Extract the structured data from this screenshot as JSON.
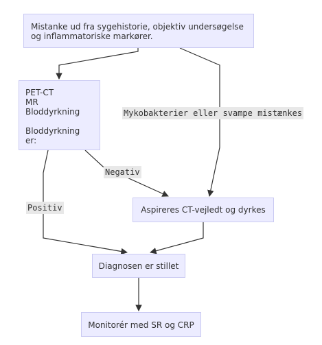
{
  "nodes": {
    "suspicion": "Mistanke ud fra sygehistorie, objektiv undersøgelse\nog inflammatoriske markører.",
    "imaging": "PET-CT\nMR\nBloddyrkning\n\nBloddyrkning er:",
    "aspirate": "Aspireres CT-vejledt og dyrkes",
    "diagnosis": "Diagnosen er stillet",
    "monitor": "Monitorér med SR og CRP"
  },
  "edges": {
    "mycobacteria": "Mykobakterier eller svampe mistænkes",
    "negative": "Negativ",
    "positive": "Positiv"
  },
  "colors": {
    "node_fill": "#ececff",
    "node_border": "#c9c9f2",
    "edge": "#333333",
    "label_bg": "#e8e8e8"
  }
}
